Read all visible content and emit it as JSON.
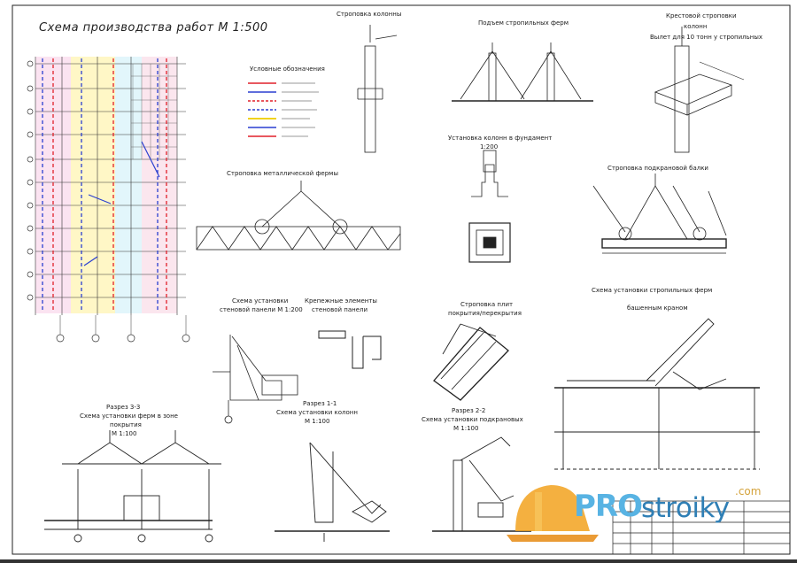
{
  "sheet": {
    "main_title": "Схема производства работ М 1:500",
    "captions": {
      "column_install": "Строповка колонны",
      "truss_install": "Подъем стропильных ферм",
      "joint_detail_1": "Крестовой строповки",
      "joint_detail_2": "колонн",
      "joint_detail_3": "Вылет для 10 тонн у стропильных",
      "foundation": "Установка колонн в фундамент",
      "foundation_sub": "1:200",
      "truss_sling": "Строповка металлической фермы",
      "beam_sling": "Строповка подкрановой балки",
      "scheme_a_1": "Схема установки",
      "scheme_a_2": "стеновой панели М 1:200",
      "scheme_b_1": "Крепежные элементы",
      "scheme_b_2": "стеновой панели",
      "slab_1": "Строповка плит",
      "slab_2": "покрытия/перекрытия",
      "crane_1": "Схема установки стропильных ферм",
      "crane_2": "башенным краном",
      "section_a_1": "Разрез 3-3",
      "section_a_2": "Схема установки ферм в зоне",
      "section_a_3": "покрытия",
      "section_a_4": "М 1:100",
      "section_b_1": "Разрез 1-1",
      "section_b_2": "Схема установки колонн",
      "section_b_3": "М 1:100",
      "section_c_1": "Разрез 2-2",
      "section_c_2": "Схема установки подкрановых",
      "section_c_3": "М 1:100"
    },
    "legend_title": "Условные обозначения",
    "watermark": {
      "pro": "PRO",
      "rest": "stroiky",
      "tld": ".com"
    },
    "colors": {
      "line": "#222222",
      "red": "#e0202a",
      "blue": "#2a3fd0",
      "yellow": "#f1d21c",
      "pink": "#f0a0d0",
      "cyan": "#6fd3ee"
    }
  }
}
